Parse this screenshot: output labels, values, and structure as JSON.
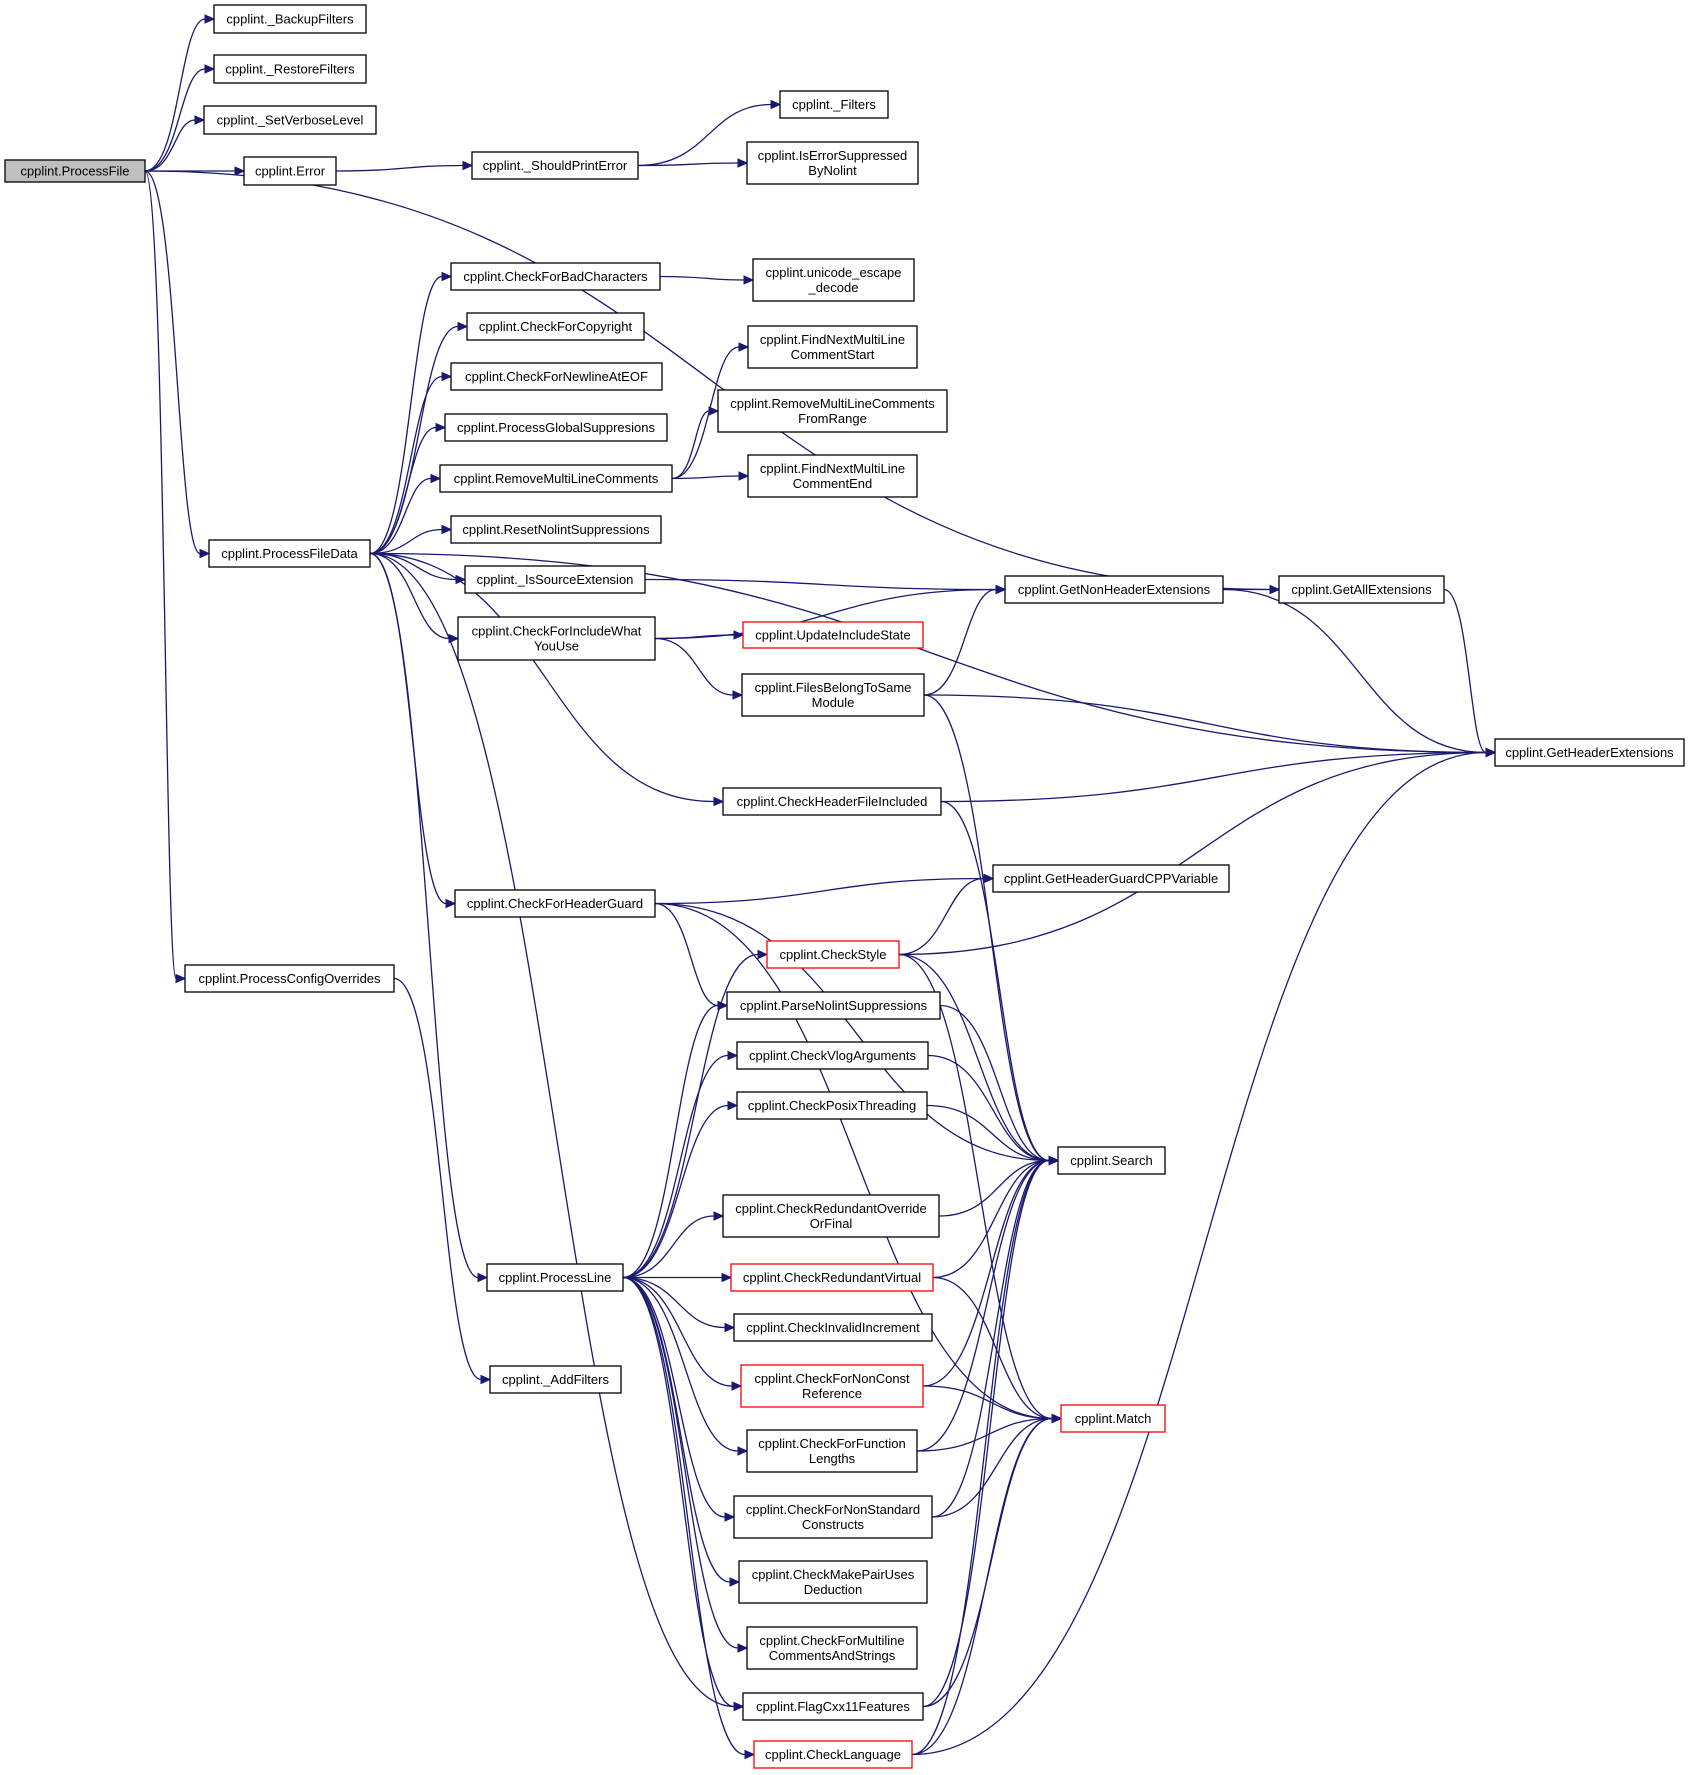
{
  "diagram": {
    "type": "call-graph",
    "edge_color": "#191970",
    "node_border_color": "#000000",
    "truncated_border_color": "#ff0000",
    "root_fill": "#bfbfbf",
    "nodes": [
      {
        "id": "processfile",
        "lines": [
          "cpplint.ProcessFile"
        ],
        "root": true
      },
      {
        "id": "backupfilters",
        "lines": [
          "cpplint._BackupFilters"
        ]
      },
      {
        "id": "restorefilters",
        "lines": [
          "cpplint._RestoreFilters"
        ]
      },
      {
        "id": "setverboselevel",
        "lines": [
          "cpplint._SetVerboseLevel"
        ]
      },
      {
        "id": "error",
        "lines": [
          "cpplint.Error"
        ]
      },
      {
        "id": "shouldprinterror",
        "lines": [
          "cpplint._ShouldPrintError"
        ]
      },
      {
        "id": "filters",
        "lines": [
          "cpplint._Filters"
        ]
      },
      {
        "id": "iserrorsuppressed",
        "lines": [
          "cpplint.IsErrorSuppressed",
          "ByNolint"
        ]
      },
      {
        "id": "checkforbadcharacters",
        "lines": [
          "cpplint.CheckForBadCharacters"
        ]
      },
      {
        "id": "unicodeescape",
        "lines": [
          "cpplint.unicode_escape",
          "_decode"
        ]
      },
      {
        "id": "checkforcopyright",
        "lines": [
          "cpplint.CheckForCopyright"
        ]
      },
      {
        "id": "findnextmultilinecommentstart",
        "lines": [
          "cpplint.FindNextMultiLine",
          "CommentStart"
        ]
      },
      {
        "id": "checkfornewlineateof",
        "lines": [
          "cpplint.CheckForNewlineAtEOF"
        ]
      },
      {
        "id": "removemultilinecommentsfromrange",
        "lines": [
          "cpplint.RemoveMultiLineComments",
          "FromRange"
        ]
      },
      {
        "id": "processglobalsuppresions",
        "lines": [
          "cpplint.ProcessGlobalSuppresions"
        ]
      },
      {
        "id": "removemultilinecomments",
        "lines": [
          "cpplint.RemoveMultiLineComments"
        ]
      },
      {
        "id": "findnextmultilinecommentend",
        "lines": [
          "cpplint.FindNextMultiLine",
          "CommentEnd"
        ]
      },
      {
        "id": "resetnolintsuppressions",
        "lines": [
          "cpplint.ResetNolintSuppressions"
        ]
      },
      {
        "id": "processfiledata",
        "lines": [
          "cpplint.ProcessFileData"
        ]
      },
      {
        "id": "issourceextension",
        "lines": [
          "cpplint._IsSourceExtension"
        ]
      },
      {
        "id": "getnonheaderextensions",
        "lines": [
          "cpplint.GetNonHeaderExtensions"
        ]
      },
      {
        "id": "getallextensions",
        "lines": [
          "cpplint.GetAllExtensions"
        ]
      },
      {
        "id": "checkforincludewhatyouuse",
        "lines": [
          "cpplint.CheckForIncludeWhat",
          "YouUse"
        ]
      },
      {
        "id": "updateincludestate",
        "lines": [
          "cpplint.UpdateIncludeState"
        ],
        "truncated": true
      },
      {
        "id": "filesbelongtosamemodule",
        "lines": [
          "cpplint.FilesBelongToSame",
          "Module"
        ]
      },
      {
        "id": "getheaderextensions",
        "lines": [
          "cpplint.GetHeaderExtensions"
        ]
      },
      {
        "id": "checkheaderfileincluded",
        "lines": [
          "cpplint.CheckHeaderFileIncluded"
        ]
      },
      {
        "id": "getheaderguardcppvariable",
        "lines": [
          "cpplint.GetHeaderGuardCPPVariable"
        ]
      },
      {
        "id": "checkforheaderguard",
        "lines": [
          "cpplint.CheckForHeaderGuard"
        ]
      },
      {
        "id": "checkstyle",
        "lines": [
          "cpplint.CheckStyle"
        ],
        "truncated": true
      },
      {
        "id": "processconfigoverrides",
        "lines": [
          "cpplint.ProcessConfigOverrides"
        ]
      },
      {
        "id": "parsenolintsuppressions",
        "lines": [
          "cpplint.ParseNolintSuppressions"
        ]
      },
      {
        "id": "checkvlogarguments",
        "lines": [
          "cpplint.CheckVlogArguments"
        ]
      },
      {
        "id": "checkposixthreading",
        "lines": [
          "cpplint.CheckPosixThreading"
        ]
      },
      {
        "id": "search",
        "lines": [
          "cpplint.Search"
        ]
      },
      {
        "id": "checkredundantoverrideorfinal",
        "lines": [
          "cpplint.CheckRedundantOverride",
          "OrFinal"
        ]
      },
      {
        "id": "processline",
        "lines": [
          "cpplint.ProcessLine"
        ]
      },
      {
        "id": "checkredundantvirtual",
        "lines": [
          "cpplint.CheckRedundantVirtual"
        ],
        "truncated": true
      },
      {
        "id": "checkinvalidincrement",
        "lines": [
          "cpplint.CheckInvalidIncrement"
        ]
      },
      {
        "id": "addfilters",
        "lines": [
          "cpplint._AddFilters"
        ]
      },
      {
        "id": "checkfornonconstreference",
        "lines": [
          "cpplint.CheckForNonConst",
          "Reference"
        ],
        "truncated": true
      },
      {
        "id": "match",
        "lines": [
          "cpplint.Match"
        ],
        "truncated": true
      },
      {
        "id": "checkforfunctionlengths",
        "lines": [
          "cpplint.CheckForFunction",
          "Lengths"
        ]
      },
      {
        "id": "checkfornonstandardconstructs",
        "lines": [
          "cpplint.CheckForNonStandard",
          "Constructs"
        ]
      },
      {
        "id": "checkmakepairusesdeduction",
        "lines": [
          "cpplint.CheckMakePairUses",
          "Deduction"
        ]
      },
      {
        "id": "checkformultilinecommentsandstrings",
        "lines": [
          "cpplint.CheckForMultiline",
          "CommentsAndStrings"
        ]
      },
      {
        "id": "flagcxx11features",
        "lines": [
          "cpplint.FlagCxx11Features"
        ]
      },
      {
        "id": "checklanguage",
        "lines": [
          "cpplint.CheckLanguage"
        ],
        "truncated": true
      }
    ],
    "edges": [
      [
        "processfile",
        "backupfilters"
      ],
      [
        "processfile",
        "restorefilters"
      ],
      [
        "processfile",
        "setverboselevel"
      ],
      [
        "processfile",
        "error"
      ],
      [
        "processfile",
        "getallextensions"
      ],
      [
        "processfile",
        "processfiledata"
      ],
      [
        "processfile",
        "processconfigoverrides"
      ],
      [
        "error",
        "shouldprinterror"
      ],
      [
        "shouldprinterror",
        "filters"
      ],
      [
        "shouldprinterror",
        "iserrorsuppressed"
      ],
      [
        "processfiledata",
        "checkforbadcharacters"
      ],
      [
        "processfiledata",
        "checkforcopyright"
      ],
      [
        "processfiledata",
        "checkfornewlineateof"
      ],
      [
        "processfiledata",
        "processglobalsuppresions"
      ],
      [
        "processfiledata",
        "removemultilinecomments"
      ],
      [
        "processfiledata",
        "resetnolintsuppressions"
      ],
      [
        "processfiledata",
        "issourceextension"
      ],
      [
        "processfiledata",
        "checkforincludewhatyouuse"
      ],
      [
        "processfiledata",
        "getheaderextensions"
      ],
      [
        "processfiledata",
        "checkheaderfileincluded"
      ],
      [
        "processfiledata",
        "checkforheaderguard"
      ],
      [
        "processfiledata",
        "processline"
      ],
      [
        "processfiledata",
        "flagcxx11features"
      ],
      [
        "checkforbadcharacters",
        "unicodeescape"
      ],
      [
        "removemultilinecomments",
        "findnextmultilinecommentstart"
      ],
      [
        "removemultilinecomments",
        "removemultilinecommentsfromrange"
      ],
      [
        "removemultilinecomments",
        "findnextmultilinecommentend"
      ],
      [
        "issourceextension",
        "getnonheaderextensions"
      ],
      [
        "getnonheaderextensions",
        "getallextensions"
      ],
      [
        "getnonheaderextensions",
        "getheaderextensions"
      ],
      [
        "getallextensions",
        "getheaderextensions"
      ],
      [
        "checkforincludewhatyouuse",
        "getnonheaderextensions"
      ],
      [
        "checkforincludewhatyouuse",
        "updateincludestate"
      ],
      [
        "checkforincludewhatyouuse",
        "filesbelongtosamemodule"
      ],
      [
        "filesbelongtosamemodule",
        "getnonheaderextensions"
      ],
      [
        "filesbelongtosamemodule",
        "getheaderextensions"
      ],
      [
        "filesbelongtosamemodule",
        "search"
      ],
      [
        "checkheaderfileincluded",
        "getheaderextensions"
      ],
      [
        "checkheaderfileincluded",
        "search"
      ],
      [
        "checkforheaderguard",
        "getheaderguardcppvariable"
      ],
      [
        "checkforheaderguard",
        "search"
      ],
      [
        "checkforheaderguard",
        "parsenolintsuppressions"
      ],
      [
        "checkforheaderguard",
        "match"
      ],
      [
        "checkstyle",
        "getheaderguardcppvariable"
      ],
      [
        "checkstyle",
        "getheaderextensions"
      ],
      [
        "checkstyle",
        "search"
      ],
      [
        "checkstyle",
        "match"
      ],
      [
        "processconfigoverrides",
        "addfilters"
      ],
      [
        "parsenolintsuppressions",
        "search"
      ],
      [
        "checkvlogarguments",
        "search"
      ],
      [
        "checkposixthreading",
        "search"
      ],
      [
        "checkredundantoverrideorfinal",
        "search"
      ],
      [
        "checkredundantvirtual",
        "search"
      ],
      [
        "checkredundantvirtual",
        "match"
      ],
      [
        "checkfornonconstreference",
        "search"
      ],
      [
        "checkfornonconstreference",
        "match"
      ],
      [
        "checkforfunctionlengths",
        "search"
      ],
      [
        "checkforfunctionlengths",
        "match"
      ],
      [
        "checkfornonstandardconstructs",
        "search"
      ],
      [
        "checkfornonstandardconstructs",
        "match"
      ],
      [
        "flagcxx11features",
        "search"
      ],
      [
        "flagcxx11features",
        "match"
      ],
      [
        "checklanguage",
        "search"
      ],
      [
        "checklanguage",
        "match"
      ],
      [
        "checklanguage",
        "getheaderextensions"
      ],
      [
        "processline",
        "checkstyle"
      ],
      [
        "processline",
        "parsenolintsuppressions"
      ],
      [
        "processline",
        "checkvlogarguments"
      ],
      [
        "processline",
        "checkposixthreading"
      ],
      [
        "processline",
        "checkredundantoverrideorfinal"
      ],
      [
        "processline",
        "checkredundantvirtual"
      ],
      [
        "processline",
        "checkinvalidincrement"
      ],
      [
        "processline",
        "checkfornonconstreference"
      ],
      [
        "processline",
        "checkforfunctionlengths"
      ],
      [
        "processline",
        "checkfornonstandardconstructs"
      ],
      [
        "processline",
        "checkmakepairusesdeduction"
      ],
      [
        "processline",
        "checkformultilinecommentsandstrings"
      ],
      [
        "processline",
        "flagcxx11features"
      ],
      [
        "processline",
        "checklanguage"
      ]
    ]
  }
}
